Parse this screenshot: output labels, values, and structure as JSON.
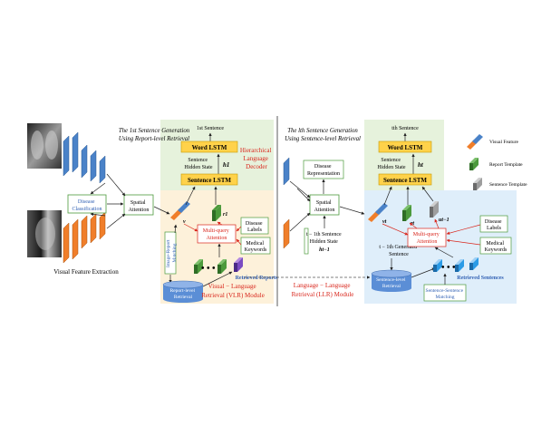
{
  "colors": {
    "decoder_bg": "#e6f2dc",
    "vlr_bg": "#fdf1da",
    "llr_bg": "#dfeefa",
    "lstm_fill": "#ffd24a",
    "lstm_stroke": "#c79a00",
    "red_text": "#d9261c",
    "blue_text": "#2f5fb3",
    "feature_blue": "#4a82c8",
    "feature_orange": "#f07e2a",
    "template_green": "#4c9a3c",
    "sentence_gray": "#9e9e9e",
    "disease_box_stroke": "#4c9a3c",
    "db_blue": "#5b8ed6"
  },
  "left": {
    "title_line1": "The 1st Sentence Generation",
    "title_line2": "Using Report-level Retrieval",
    "visual_feature_extraction": "Visual Feature Extraction",
    "disease_classification": [
      "Disease",
      "Classification"
    ],
    "spatial_attention": [
      "Spatial",
      "Attention"
    ],
    "first_sentence": "1st Sentence",
    "word_lstm": "Word LSTM",
    "sentence_hidden_state": [
      "Sentence",
      "Hidden State"
    ],
    "h1": "h1",
    "sentence_lstm": "Sentence LSTM",
    "hld": [
      "Hierarchical",
      "Language",
      "Decoder"
    ],
    "v_label": "v",
    "r1": "r1",
    "multi_query": [
      "Multi-query",
      "Attention"
    ],
    "disease_labels": [
      "Disease",
      "Labels"
    ],
    "medical_keywords": [
      "Medical",
      "Keywords"
    ],
    "image_report_matching": [
      "Image-Report",
      "Matching"
    ],
    "retrieved_reports": "Retrieved Reports",
    "report_level_retrieval": [
      "Report-level",
      "Retrieval"
    ],
    "vlr_module": [
      "Visual − Language",
      "Retrieval (VLR) Module"
    ]
  },
  "right": {
    "title_line1": "The lth Sentence Generation",
    "title_line2": "Using Sentence-level Retrieval",
    "disease_representation": [
      "Disease",
      "Representation"
    ],
    "spatial_attention": [
      "Spatial",
      "Attention"
    ],
    "prev_hidden_state": [
      "t − 1th Sentence",
      "Hidden State",
      "ht−1"
    ],
    "prev_generated": [
      "t − 1th Generated",
      "Sentence"
    ],
    "sentence_level_retrieval": [
      "Sentence-level",
      "Retrieval"
    ],
    "llr_module": [
      "Language − Language",
      "Retrieval (LLR) Module"
    ],
    "tth_sentence": "tth Sentence",
    "word_lstm": "Word LSTM",
    "sentence_hidden_state": [
      "Sentence",
      "Hidden State"
    ],
    "ht": "ht",
    "sentence_lstm": "Sentence LSTM",
    "v_label": "vt",
    "r_label": "rt",
    "u_label": "ut−1",
    "multi_query": [
      "Multi-query",
      "Attention"
    ],
    "disease_labels": [
      "Disease",
      "Labels"
    ],
    "medical_keywords": [
      "Medical",
      "Keywords"
    ],
    "retrieved_sentences": "Retrieved Sentences",
    "sentence_sentence_matching": [
      "Sentence-Sentence",
      "Matching"
    ]
  },
  "legend": {
    "visual_feature": "Visual Feature",
    "report_template": "Report Template",
    "sentence_template": "Sentence Template"
  }
}
